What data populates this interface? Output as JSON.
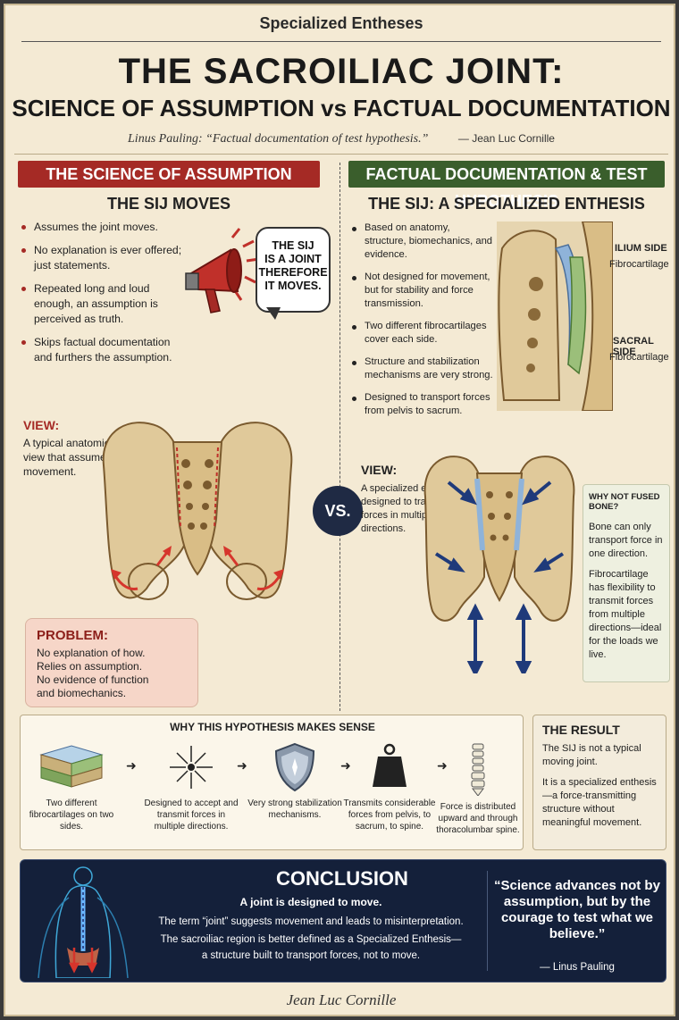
{
  "header": {
    "topline": "Specialized Entheses",
    "title1": "THE SACROILIAC JOINT:",
    "title2": "SCIENCE OF ASSUMPTION vs FACTUAL DOCUMENTATION",
    "quote": "Linus Pauling: “Factual documentation of test hypothesis.”",
    "quote_author": "— Jean Luc Cornille"
  },
  "left": {
    "banner": "THE SCIENCE OF ASSUMPTION",
    "subhead": "THE SIJ MOVES",
    "bullets": [
      "Assumes the joint moves.",
      "No explanation is ever offered; just statements.",
      "Repeated long and loud enough, an assumption is perceived as truth.",
      "Skips factual documentation and furthers the assumption."
    ],
    "bubble": [
      "THE SIJ",
      "IS A JOINT",
      "THEREFORE",
      "IT MOVES."
    ],
    "view_label": "VIEW:",
    "view_text": "A typical anatomical view that assumes movement.",
    "problem": {
      "title": "PROBLEM:",
      "lines": [
        "No explanation of how.",
        "Relies on assumption.",
        "No evidence of function",
        "and biomechanics."
      ]
    }
  },
  "vs": "VS.",
  "right": {
    "banner": "FACTUAL DOCUMENTATION & TEST HYPOTHESIS",
    "subhead": "THE SIJ: A SPECIALIZED ENTHESIS",
    "bullets": [
      "Based on anatomy, structure, biomechanics, and evidence.",
      "Not designed for movement, but for stability and force transmission.",
      "Two different fibrocartilages cover each side.",
      "Structure and stabilization mechanisms are very strong.",
      "Designed to transport forces from pelvis to sacrum."
    ],
    "ilium_label": "ILIUM SIDE",
    "ilium_sub": "Fibrocartilage",
    "sacral_label": "SACRAL SIDE",
    "sacral_sub": "Fibrocartilage",
    "view_label": "VIEW:",
    "view_text": "A specialized enthesis designed to transmit forces in multiple directions.",
    "why_fused": {
      "title": "WHY NOT FUSED BONE?",
      "t1": "Bone can only transport force in one direction.",
      "t2": "Fibrocartilage has flexibility to transmit forces from multiple directions—ideal for the loads we live."
    }
  },
  "why": {
    "title": "WHY THIS HYPOTHESIS MAKES SENSE",
    "steps": [
      {
        "icon": "layered-tissue-icon",
        "caption": "Two different fibrocartilages on two sides."
      },
      {
        "icon": "multidirectional-arrows-icon",
        "caption": "Designed to accept and transmit forces in multiple directions."
      },
      {
        "icon": "shield-icon",
        "caption": "Very strong stabilization mechanisms."
      },
      {
        "icon": "weight-icon",
        "caption": "Transmits considerable forces from pelvis, to sacrum, to spine."
      },
      {
        "icon": "spine-icon",
        "caption": "Force is distributed upward and through thoracolumbar spine."
      }
    ]
  },
  "result": {
    "title": "THE RESULT",
    "t1": "The SIJ is not a typical moving joint.",
    "t2": "It is a specialized enthesis—a force-transmitting structure without meaningful movement."
  },
  "conclusion": {
    "title": "CONCLUSION",
    "l1": "A joint is designed to move.",
    "l2": "The term “joint” suggests movement and leads to misinterpretation.",
    "l3": "The sacroiliac region is better defined as a Specialized Enthesis—",
    "l4": "a structure built to transport forces, not to move.",
    "quote": "“Science advances not by assumption, but by the courage to test what we believe.”",
    "quote_author": "— Linus Pauling"
  },
  "footer": "Jean Luc Cornille",
  "colors": {
    "background": "#f4ead4",
    "assumption_red": "#a52a25",
    "documentation_green": "#3a5e2c",
    "navy": "#14203a",
    "bone": "#e0c99a",
    "fibrocartilage_blue": "#8fb3d9"
  }
}
